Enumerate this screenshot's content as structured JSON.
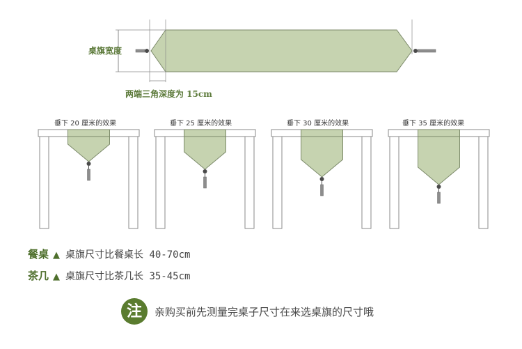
{
  "colors": {
    "runner_fill": "#c6d3b0",
    "runner_stroke": "#7c8a6a",
    "accent": "#5a7c2f",
    "line": "#8a8a8a",
    "tassel": "#4a4a4a"
  },
  "top": {
    "width_label": "桌旗宽度",
    "depth_label": "两端三角深度为 15cm"
  },
  "drops": [
    {
      "label": "垂下 20 厘米的效果",
      "drop_cm": 20
    },
    {
      "label": "垂下 25 厘米的效果",
      "drop_cm": 25
    },
    {
      "label": "垂下 30 厘米的效果",
      "drop_cm": 30
    },
    {
      "label": "垂下 35 厘米的效果",
      "drop_cm": 35
    }
  ],
  "notes": [
    {
      "head": "餐桌",
      "marker": "▲",
      "text": "桌旗尺寸比餐桌长 40-70cm"
    },
    {
      "head": "茶几",
      "marker": "▲",
      "text": "桌旗尺寸比茶几长 35-45cm"
    }
  ],
  "footer": {
    "badge": "注",
    "text": "亲购买前先测量完桌子尺寸在来选桌旗的尺寸哦"
  }
}
